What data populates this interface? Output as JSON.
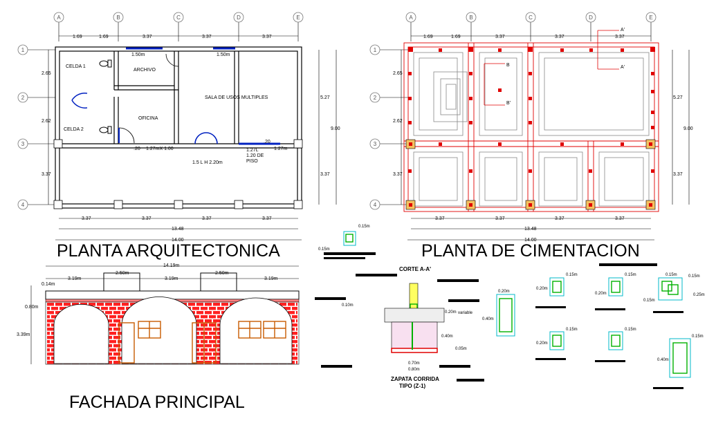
{
  "titles": {
    "plan": "PLANTA ARQUITECTONICA",
    "foundation": "PLANTA DE CIMENTACION",
    "facade": "FACHADA PRINCIPAL"
  },
  "grid_letters": [
    "A",
    "B",
    "C",
    "D",
    "E"
  ],
  "grid_numbers": [
    "1",
    "2",
    "3",
    "4"
  ],
  "plan": {
    "top_dims": [
      "1.69",
      "1.69",
      "3.37",
      "3.37",
      "3.37"
    ],
    "bottom_dims": [
      "3.37",
      "3.37",
      "3.37",
      "3.37"
    ],
    "total_inner": "13.48",
    "total_outer": "14.00",
    "left_dims": [
      "2.65",
      "2.62",
      "3.37"
    ],
    "right_dims": [
      "5.27",
      "3.37"
    ],
    "right_total": "9.00",
    "rooms": {
      "celda1": "CELDA 1",
      "celda2": "CELDA 2",
      "archivo": "ARCHIVO",
      "oficina": "OFICINA",
      "sala": "SALA DE USOS MULTIPLES"
    },
    "notes": {
      "w1": "1.50m",
      "w2": "1.50m",
      "d1": ".20",
      "d1b": "1.27mX 1.00",
      "arch": "1.5 L  H 2.20m",
      "piso1": "1.27L",
      "piso2": "1.20 DE",
      "piso3": "PISO",
      "w3": ".20",
      "w4": "1.27m"
    }
  },
  "foundation": {
    "top_dims": [
      "1.69",
      "1.69",
      "3.37",
      "3.37",
      "3.37"
    ],
    "bottom_dims": [
      "3.37",
      "3.37",
      "3.37",
      "3.37"
    ],
    "total_inner": "13.48",
    "total_outer": "14.00",
    "left_dims": [
      "2.65",
      "2.62",
      "3.37"
    ],
    "right_dims": [
      "5.27",
      "3.37"
    ],
    "right_total": "9.00",
    "cut_a": "A'",
    "cut_b": "B",
    "cut_b2": "B'"
  },
  "facade": {
    "total": "14.19m",
    "segments": [
      "3.19m",
      "2.50m",
      "3.19m",
      "2.50m",
      "3.19m"
    ],
    "h1": "0.14m",
    "h2": "0.80m",
    "h3": "3.39m"
  },
  "section": {
    "title": "CORTE A-A'",
    "footing": "ZAPATA CORRIDA",
    "footing_type": "TIPO (Z-1)",
    "d1": "0.15m",
    "d2": "0.15m",
    "d3": "0.10m",
    "d4": "0.20m",
    "d5": "0.40m",
    "d6": "0.05m",
    "d7": "0.70m",
    "d8": "0.80m",
    "variable": "variable",
    "col_w": "0.20m",
    "col_h": "0.40m"
  },
  "details": {
    "a": "0.15m",
    "b": "0.20m",
    "c": "0.15m",
    "d": "0.20m",
    "e": "0.15m",
    "f": "0.15m",
    "g": "0.20m",
    "h": "0.15m",
    "i": "0.15m",
    "j": "0.15m",
    "k": "0.25m",
    "l": "0.15m",
    "m": "0.40m",
    "n": "0.15m"
  }
}
